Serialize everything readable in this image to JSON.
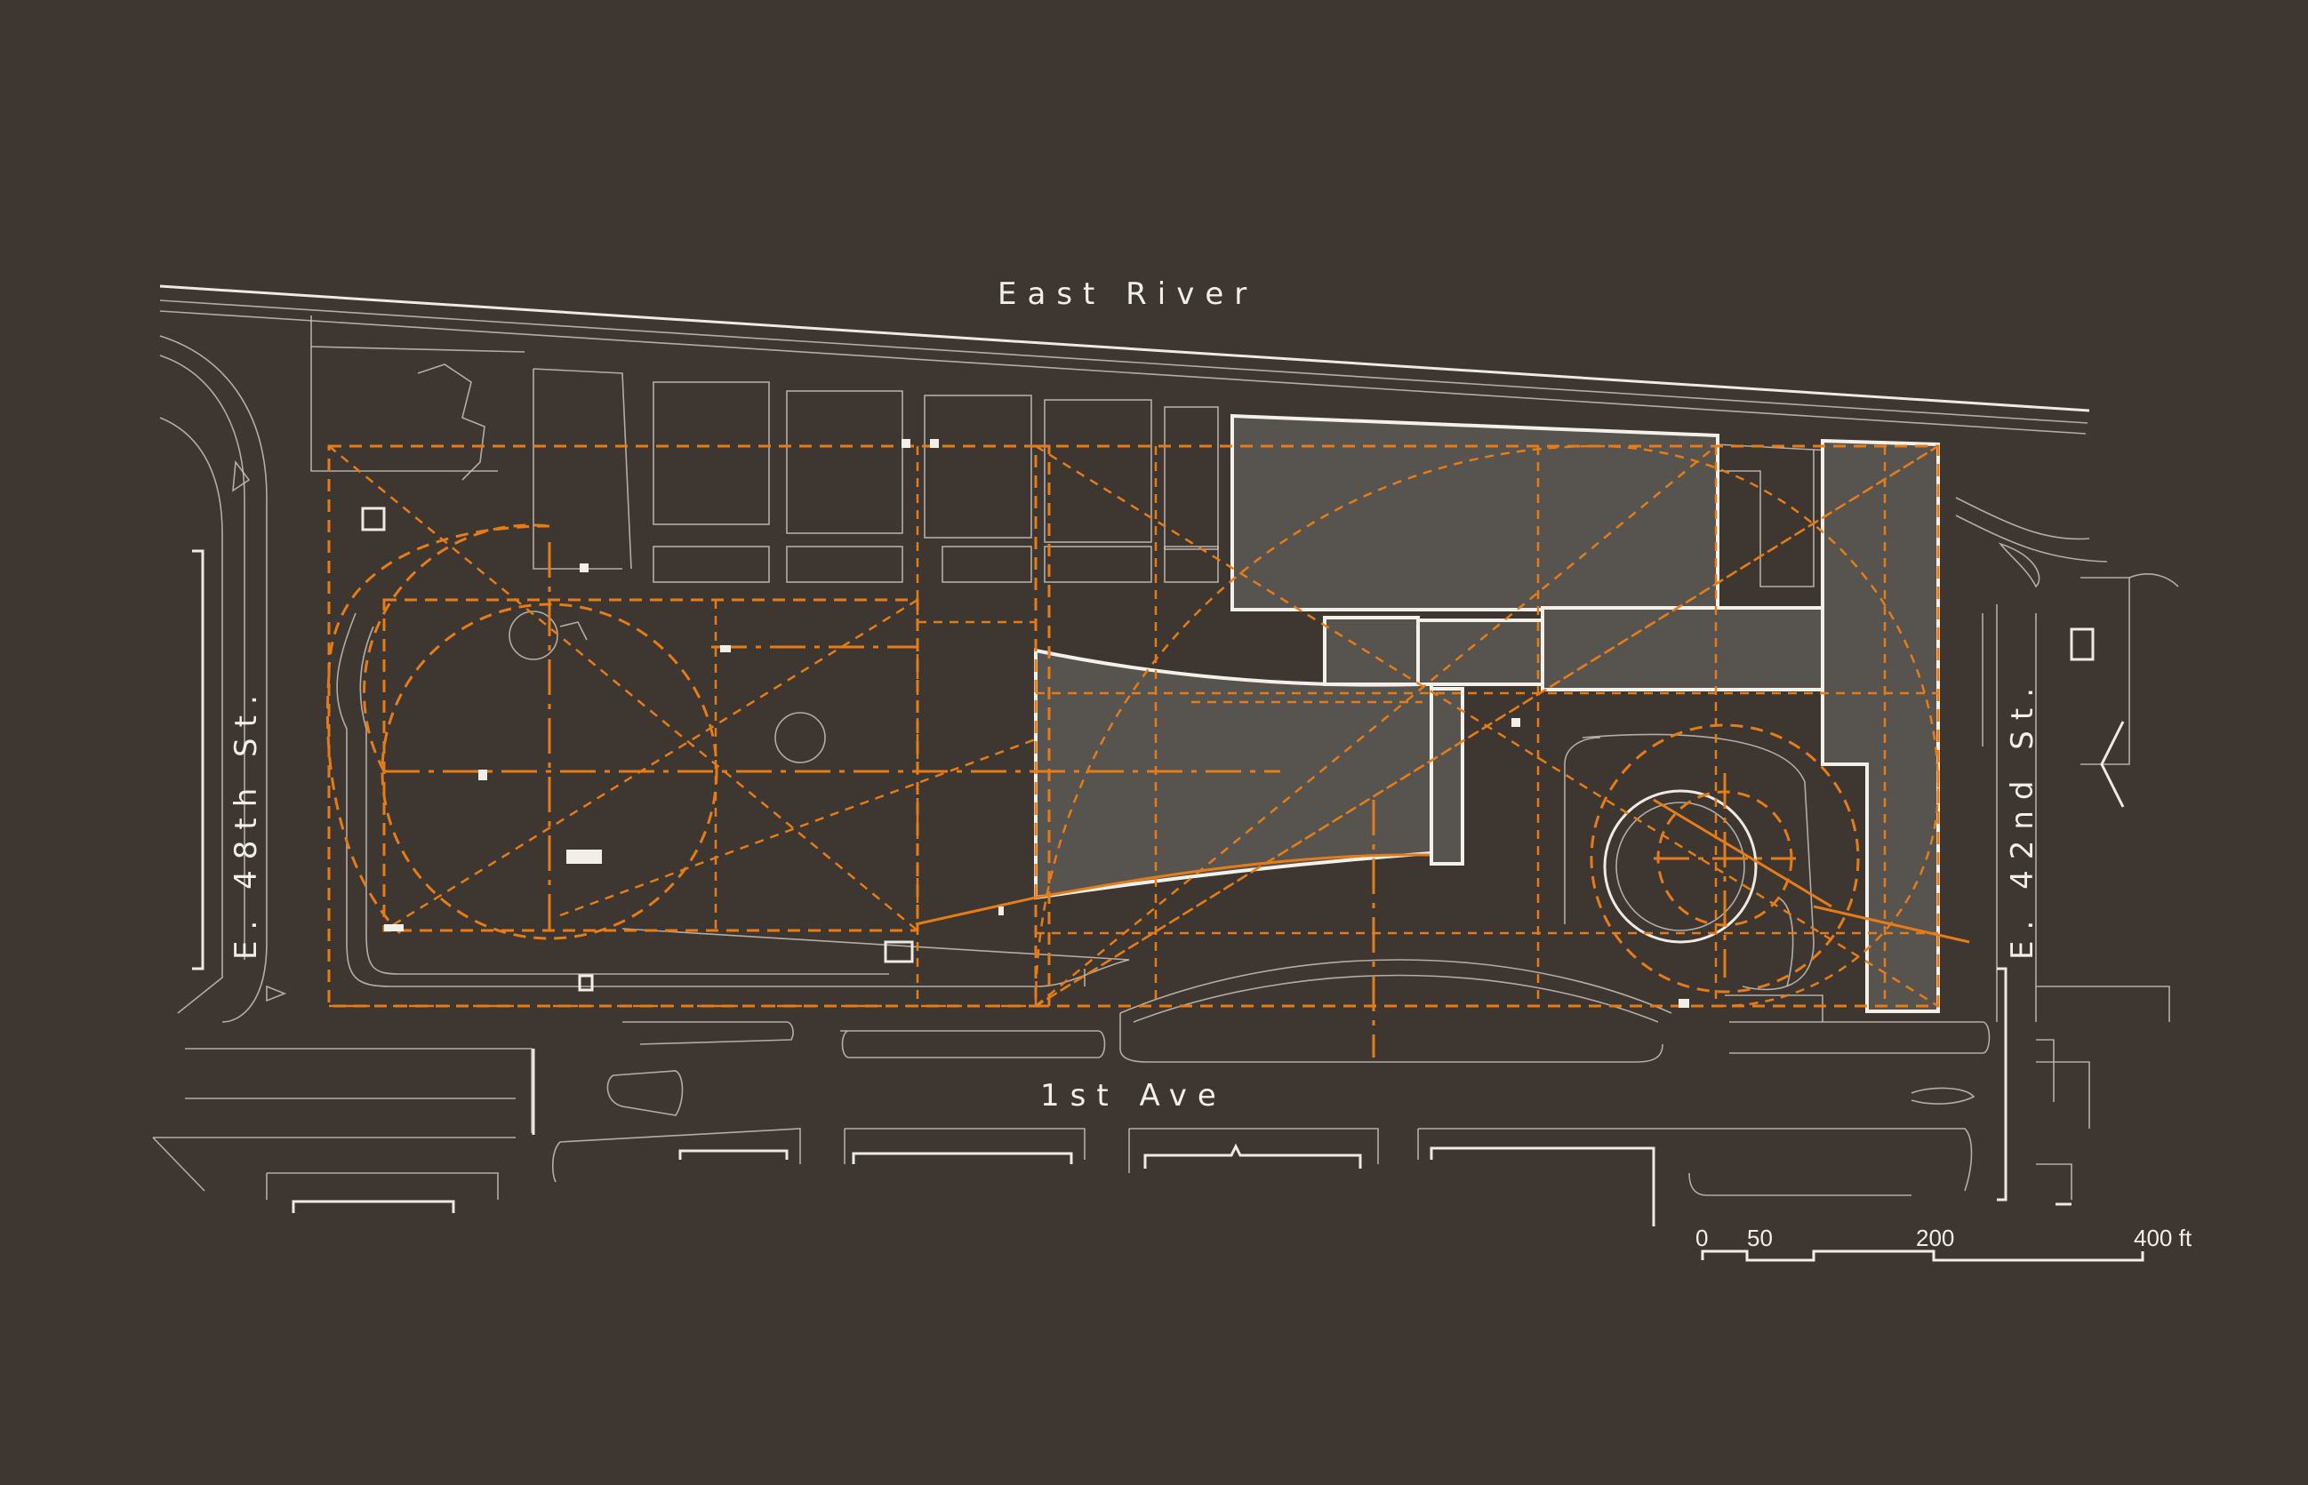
{
  "map": {
    "labels": {
      "river": "East River",
      "avenue": "1st Ave",
      "street_north": "E. 48th St.",
      "street_south": "E. 42nd St."
    },
    "scale_bar": {
      "ticks": [
        "0",
        "50",
        "200",
        "400 ft"
      ]
    },
    "colors": {
      "background": "#3e3731",
      "linework": "#c8c1b8",
      "buildings": "#57544f",
      "regulating_lines": "#e57c18"
    }
  }
}
